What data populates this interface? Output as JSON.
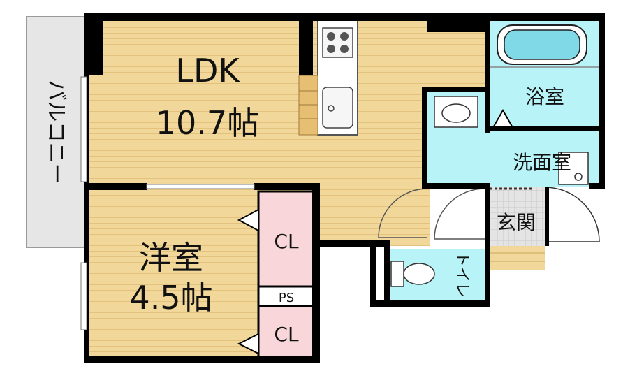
{
  "rooms": {
    "ldk": {
      "name": "LDK",
      "size": "10.7帖"
    },
    "western": {
      "name": "洋室",
      "size": "4.5帖"
    },
    "bath": {
      "name": "浴室"
    },
    "washroom": {
      "name": "洗面室"
    },
    "entrance": {
      "name": "玄関"
    },
    "toilet": {
      "name": "トイレ"
    },
    "closet_top": {
      "name": "CL"
    },
    "closet_bottom": {
      "name": "CL"
    },
    "ps": {
      "name": "PS"
    },
    "balcony": {
      "name": "バルコニー"
    }
  },
  "colors": {
    "floor_wood": "#f2d79a",
    "wet_area": "#b8f3f7",
    "closet": "#f8d6d9",
    "wall": "#000000",
    "balcony": "#e6e6e6",
    "entrance_tile": "#e4e4e4"
  }
}
